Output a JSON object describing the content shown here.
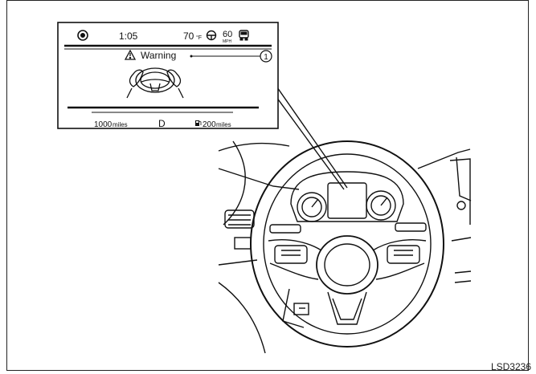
{
  "display": {
    "time": "1:05",
    "temperature": "70",
    "temp_unit": "°F",
    "speed": "60",
    "speed_unit": "MPH",
    "warning_label": "Warning",
    "callout_number": "1",
    "odometer": "1000",
    "odometer_unit": "miles",
    "gear": "D",
    "range": "200",
    "range_unit": "miles"
  },
  "icons": [
    "cruise-control-icon",
    "steering-wheel-icon",
    "vehicle-icon",
    "warning-triangle-icon",
    "fuel-pump-icon"
  ],
  "figure_code": "LSD3236"
}
